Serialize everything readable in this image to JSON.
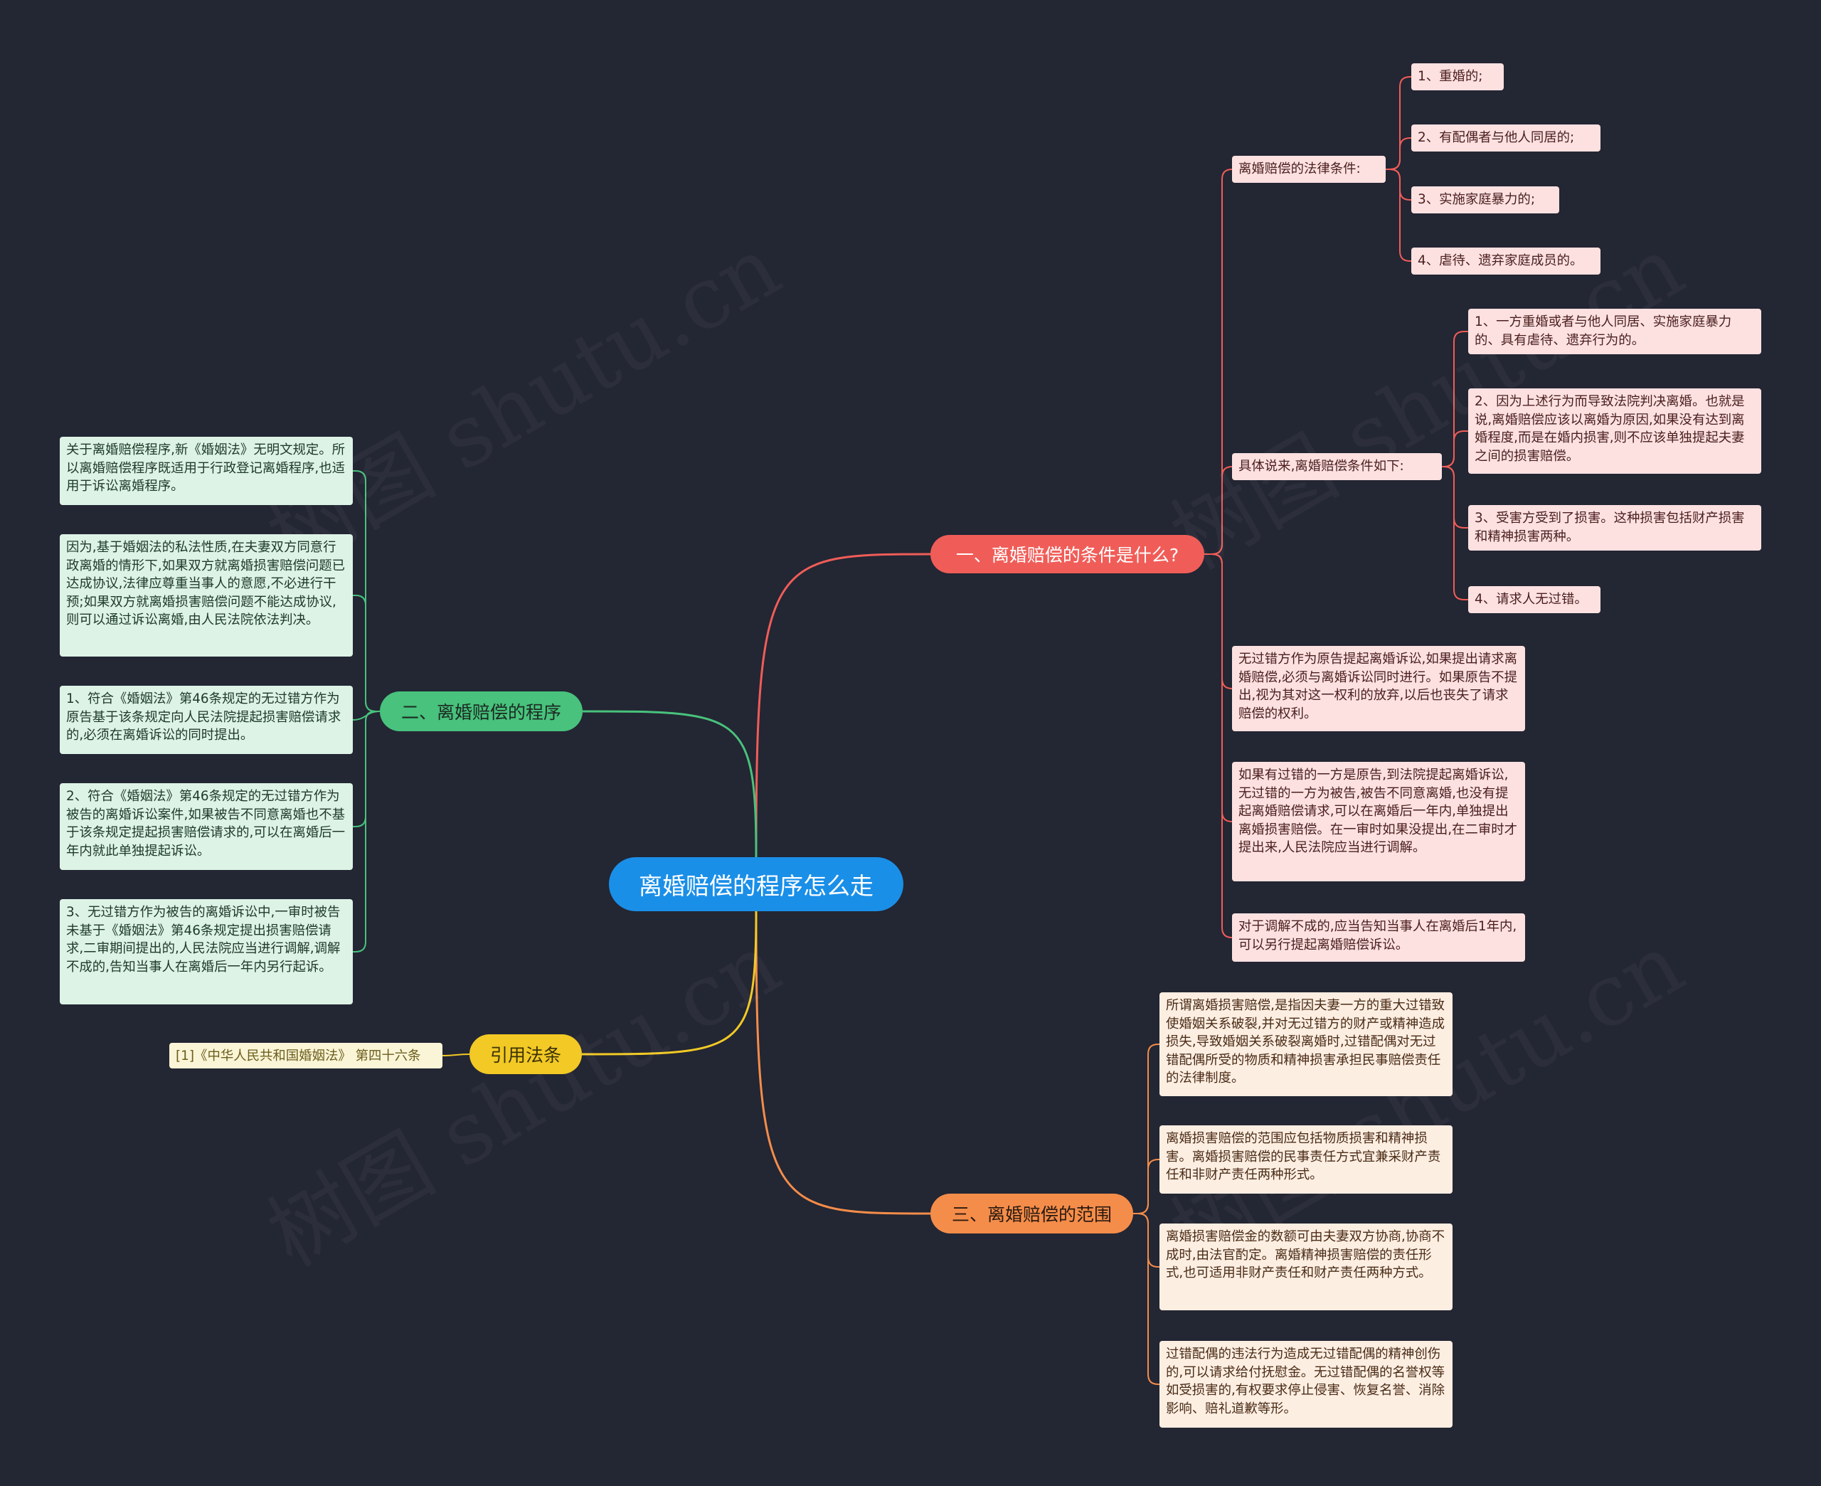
{
  "root": {
    "text": "离婚赔偿的程序怎么走",
    "color": "#1a8fe8"
  },
  "branches": {
    "b1": {
      "text": "一、离婚赔偿的条件是什么?",
      "color": "#f05d58"
    },
    "b2": {
      "text": "二、离婚赔偿的程序",
      "color": "#48c27c"
    },
    "b3": {
      "text": "三、离婚赔偿的范围",
      "color": "#f58d4a"
    },
    "b4": {
      "text": "引用法条",
      "color": "#f2c925"
    }
  },
  "b1_items": {
    "legal": "离婚赔偿的法律条件:",
    "legal_1": "1、重婚的;",
    "legal_2": "2、有配偶者与他人同居的;",
    "legal_3": "3、实施家庭暴力的;",
    "legal_4": "4、虐待、遗弃家庭成员的。",
    "specific": "具体说来,离婚赔偿条件如下:",
    "spec_1": "1、一方重婚或者与他人同居、实施家庭暴力的、具有虐待、遗弃行为的。",
    "spec_2": "2、因为上述行为而导致法院判决离婚。也就是说,离婚赔偿应该以离婚为原因,如果没有达到离婚程度,而是在婚内损害,则不应该单独提起夫妻之间的损害赔偿。",
    "spec_3": "3、受害方受到了损害。这种损害包括财产损害和精神损害两种。",
    "spec_4": "4、请求人无过错。",
    "p1": "无过错方作为原告提起离婚诉讼,如果提出请求离婚赔偿,必须与离婚诉讼同时进行。如果原告不提出,视为其对这一权利的放弃,以后也丧失了请求赔偿的权利。",
    "p2": "如果有过错的一方是原告,到法院提起离婚诉讼,无过错的一方为被告,被告不同意离婚,也没有提起离婚赔偿请求,可以在离婚后一年内,单独提出离婚损害赔偿。在一审时如果没提出,在二审时才提出来,人民法院应当进行调解。",
    "p3": "对于调解不成的,应当告知当事人在离婚后1年内,可以另行提起离婚赔偿诉讼。"
  },
  "b2_items": [
    "关于离婚赔偿程序,新《婚姻法》无明文规定。所以离婚赔偿程序既适用于行政登记离婚程序,也适用于诉讼离婚程序。",
    "因为,基于婚姻法的私法性质,在夫妻双方同意行政离婚的情形下,如果双方就离婚损害赔偿问题已达成协议,法律应尊重当事人的意愿,不必进行干预;如果双方就离婚损害赔偿问题不能达成协议,则可以通过诉讼离婚,由人民法院依法判决。",
    "1、符合《婚姻法》第46条规定的无过错方作为原告基于该条规定向人民法院提起损害赔偿请求的,必须在离婚诉讼的同时提出。",
    "2、符合《婚姻法》第46条规定的无过错方作为被告的离婚诉讼案件,如果被告不同意离婚也不基于该条规定提起损害赔偿请求的,可以在离婚后一年内就此单独提起诉讼。",
    "3、无过错方作为被告的离婚诉讼中,一审时被告未基于《婚姻法》第46条规定提出损害赔偿请求,二审期间提出的,人民法院应当进行调解,调解不成的,告知当事人在离婚后一年内另行起诉。"
  ],
  "b3_items": [
    "所谓离婚损害赔偿,是指因夫妻一方的重大过错致使婚姻关系破裂,并对无过错方的财产或精神造成损失,导致婚姻关系破裂离婚时,过错配偶对无过错配偶所受的物质和精神损害承担民事赔偿责任的法律制度。",
    "离婚损害赔偿的范围应包括物质损害和精神损害。离婚损害赔偿的民事责任方式宜兼采财产责任和非财产责任两种形式。",
    "离婚损害赔偿金的数额可由夫妻双方协商,协商不成时,由法官酌定。离婚精神损害赔偿的责任形式,也可适用非财产责任和财产责任两种方式。",
    "过错配偶的违法行为造成无过错配偶的精神创伤的,可以请求给付抚慰金。无过错配偶的名誉权等如受损害的,有权要求停止侵害、恢复名誉、消除影响、赔礼道歉等形。"
  ],
  "b4_items": [
    "[1]《中华人民共和国婚姻法》 第四十六条"
  ],
  "watermark": "树图 shutu.cn"
}
